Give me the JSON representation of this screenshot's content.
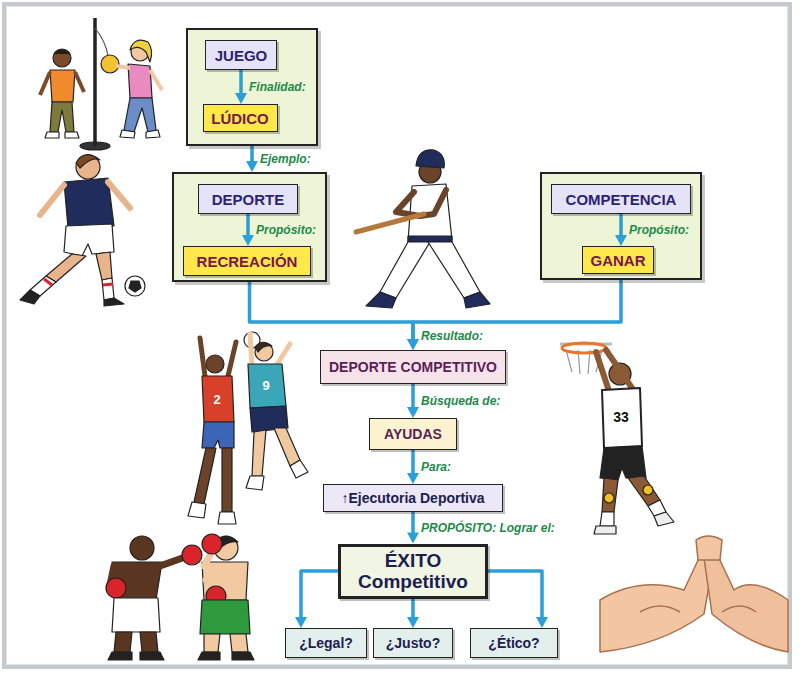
{
  "diagram": {
    "nodes": [
      {
        "text": []
      },
      {
        "text": [
          "JUEGO"
        ],
        "in": 0
      },
      {
        "text": [
          "LÚDICO"
        ],
        "in": 0
      },
      {
        "text": []
      },
      {
        "text": [
          "DEPORTE"
        ],
        "in": 3
      },
      {
        "text": [
          "RECREACIÓN"
        ],
        "in": 3
      },
      {
        "text": []
      },
      {
        "text": [
          "COMPETENCIA"
        ],
        "in": 6
      },
      {
        "text": [
          "GANAR"
        ],
        "in": 6
      },
      {
        "text": [
          "DEPORTE COMPETITIVO"
        ]
      },
      {
        "text": [
          "AYUDAS"
        ]
      },
      {
        "text": [
          "↑Ejecutoria Deportiva"
        ]
      },
      {
        "text": [
          "ÉXITO Competitivo"
        ]
      },
      {
        "text": [
          "¿Legal?"
        ]
      },
      {
        "text": [
          "¿Justo?"
        ]
      },
      {
        "text": [
          "¿Ético?"
        ]
      }
    ],
    "edges": [
      {
        "from": 1,
        "to": 2,
        "label": "Finalidad:",
        "arrow": "to"
      },
      {
        "from": 0,
        "to": 3,
        "label": "Ejemplo:",
        "arrow": "to"
      },
      {
        "from": 4,
        "to": 5,
        "label": "Propósito:",
        "arrow": "to"
      },
      {
        "from": 7,
        "to": 8,
        "label": "Propósito:",
        "arrow": "to"
      },
      {
        "from": 3,
        "to": 9,
        "label": "Resultado:",
        "arrow": "to"
      },
      {
        "from": 6,
        "to": 9,
        "arrow": "to"
      },
      {
        "from": 9,
        "to": 10,
        "label": "Búsqueda de:",
        "arrow": "to"
      },
      {
        "from": 10,
        "to": 11,
        "label": "Para:",
        "arrow": "to"
      },
      {
        "from": 11,
        "to": 12,
        "label": "PROPÓSITO: Lograr el:",
        "arrow": "to"
      },
      {
        "from": 12,
        "to": 13,
        "arrow": "to"
      },
      {
        "from": 12,
        "to": 14,
        "arrow": "to"
      },
      {
        "from": 12,
        "to": 15,
        "arrow": "to"
      }
    ],
    "labels": [
      "2",
      "9",
      "33"
    ]
  }
}
